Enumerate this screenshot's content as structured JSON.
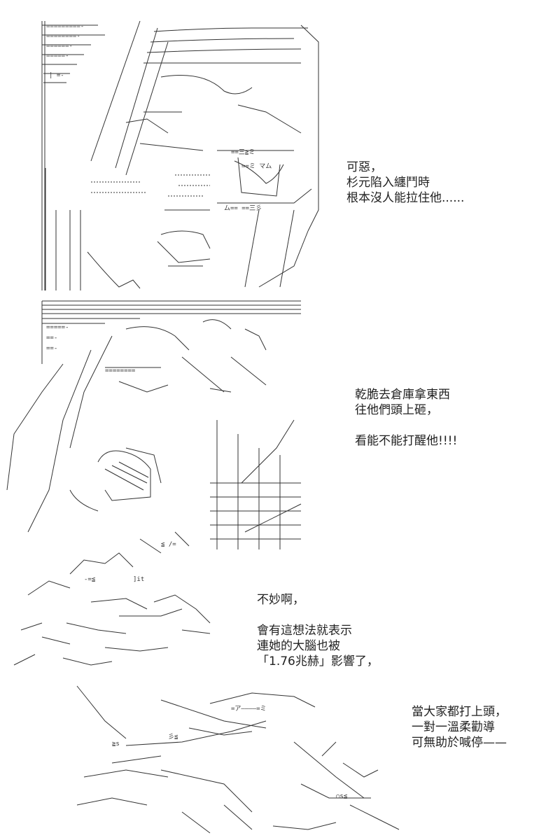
{
  "panels": [
    {
      "dialog": [
        "可惡，",
        "杉元陷入纏鬥時",
        "根本沒人能拉住他......"
      ]
    },
    {
      "dialog": [
        "乾脆去倉庫拿東西",
        "往他們頭上砸，",
        "",
        "看能不能打醒他!!!!"
      ]
    },
    {
      "dialog": [
        "不妙啊，",
        "",
        "會有這想法就表示",
        "連她的大腦也被",
        "「1.76兆赫」影響了，"
      ]
    },
    {
      "dialog": [
        "當大家都打上頭，",
        "一對一溫柔勸導",
        "可無助於喊停——"
      ]
    }
  ]
}
